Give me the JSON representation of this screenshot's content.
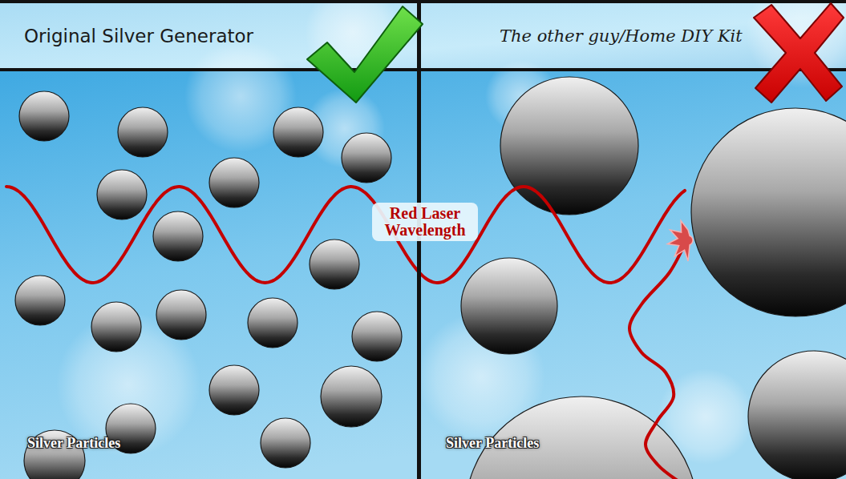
{
  "diagram": {
    "nodes": [
      {
        "text": [
          "Original Silver Generator"
        ]
      },
      {
        "text": [
          "The other guy/Home DIY Kit"
        ]
      }
    ],
    "labels": [
      "Red Laser Wavelength",
      "Silver Particles",
      "Silver Particles"
    ]
  }
}
